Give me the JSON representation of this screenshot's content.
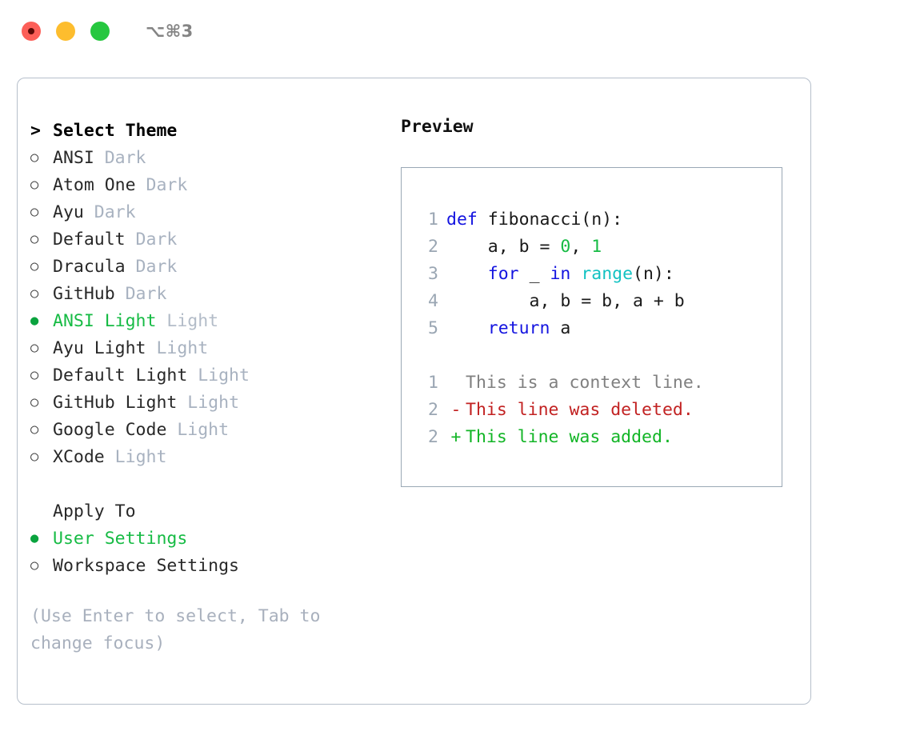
{
  "titlebar": {
    "buttons": [
      {
        "name": "close-button",
        "color": "#fc5f58"
      },
      {
        "name": "minimize-button",
        "color": "#fdbd2e"
      },
      {
        "name": "maximize-button",
        "color": "#26c73f"
      }
    ],
    "shortcut": "⌥⌘3"
  },
  "theme_picker": {
    "header_marker": ">",
    "header": "Select Theme",
    "radio_off": "○",
    "radio_on": "●",
    "items": [
      {
        "name": "ANSI",
        "kind": "Dark",
        "selected": false
      },
      {
        "name": "Atom One",
        "kind": "Dark",
        "selected": false
      },
      {
        "name": "Ayu",
        "kind": "Dark",
        "selected": false
      },
      {
        "name": "Default",
        "kind": "Dark",
        "selected": false
      },
      {
        "name": "Dracula",
        "kind": "Dark",
        "selected": false
      },
      {
        "name": "GitHub",
        "kind": "Dark",
        "selected": false
      },
      {
        "name": "ANSI Light",
        "kind": "Light",
        "selected": true
      },
      {
        "name": "Ayu Light",
        "kind": "Light",
        "selected": false
      },
      {
        "name": "Default Light",
        "kind": "Light",
        "selected": false
      },
      {
        "name": "GitHub Light",
        "kind": "Light",
        "selected": false
      },
      {
        "name": "Google Code",
        "kind": "Light",
        "selected": false
      },
      {
        "name": "XCode",
        "kind": "Light",
        "selected": false
      }
    ]
  },
  "apply_to": {
    "label": "Apply To",
    "options": [
      {
        "name": "User Settings",
        "selected": true
      },
      {
        "name": "Workspace Settings",
        "selected": false
      }
    ]
  },
  "hint": "(Use Enter to select, Tab to change focus)",
  "preview": {
    "title": "Preview",
    "code": [
      {
        "lineno": "1",
        "tokens": [
          {
            "t": "def ",
            "c": "kw"
          },
          {
            "t": "fibonacci(n):",
            "c": "txt"
          }
        ]
      },
      {
        "lineno": "2",
        "tokens": [
          {
            "t": "    a, b = ",
            "c": "txt"
          },
          {
            "t": "0",
            "c": "num"
          },
          {
            "t": ", ",
            "c": "txt"
          },
          {
            "t": "1",
            "c": "num"
          }
        ]
      },
      {
        "lineno": "3",
        "tokens": [
          {
            "t": "    ",
            "c": "txt"
          },
          {
            "t": "for",
            "c": "kw"
          },
          {
            "t": " _ ",
            "c": "txt"
          },
          {
            "t": "in",
            "c": "kw"
          },
          {
            "t": " ",
            "c": "txt"
          },
          {
            "t": "range",
            "c": "fn"
          },
          {
            "t": "(n):",
            "c": "txt"
          }
        ]
      },
      {
        "lineno": "4",
        "tokens": [
          {
            "t": "        a, b = b, a + b",
            "c": "txt"
          }
        ]
      },
      {
        "lineno": "5",
        "tokens": [
          {
            "t": "    ",
            "c": "txt"
          },
          {
            "t": "return",
            "c": "kw"
          },
          {
            "t": " a",
            "c": "txt"
          }
        ]
      }
    ],
    "diff": [
      {
        "lineno": "1",
        "mark": " ",
        "text": "This is a context line.",
        "kind": "ctx"
      },
      {
        "lineno": "2",
        "mark": "-",
        "text": "This line was deleted.",
        "kind": "del"
      },
      {
        "lineno": "2",
        "mark": "+",
        "text": "This line was added.",
        "kind": "add"
      }
    ]
  },
  "colors": {
    "accent_green": "#16bb44",
    "keyword_blue": "#1414e0",
    "function_cyan": "#12c2c2",
    "diff_delete": "#c22222",
    "diff_add": "#12b526",
    "muted": "#a8b2c0",
    "border": "#9aa8b5"
  }
}
